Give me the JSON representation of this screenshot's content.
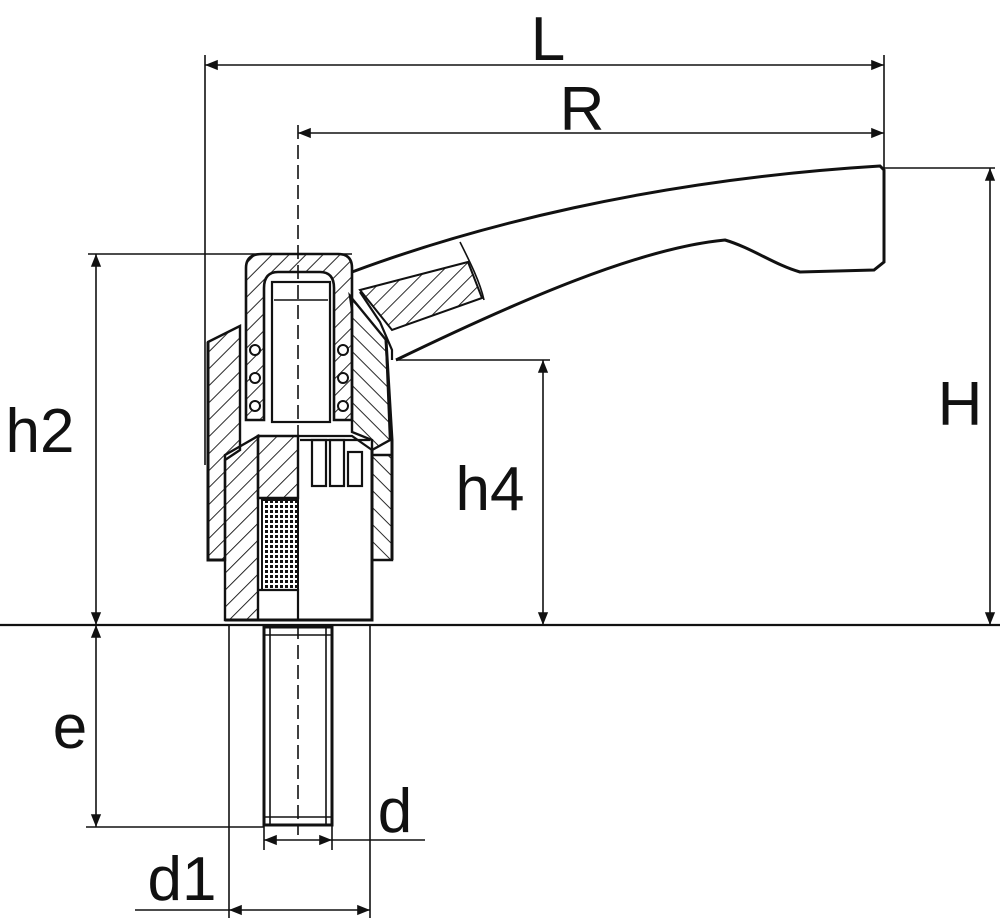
{
  "labels": {
    "L": "L",
    "R": "R",
    "H": "H",
    "h2": "h2",
    "h4": "h4",
    "e": "e",
    "d": "d",
    "d1": "d1"
  }
}
